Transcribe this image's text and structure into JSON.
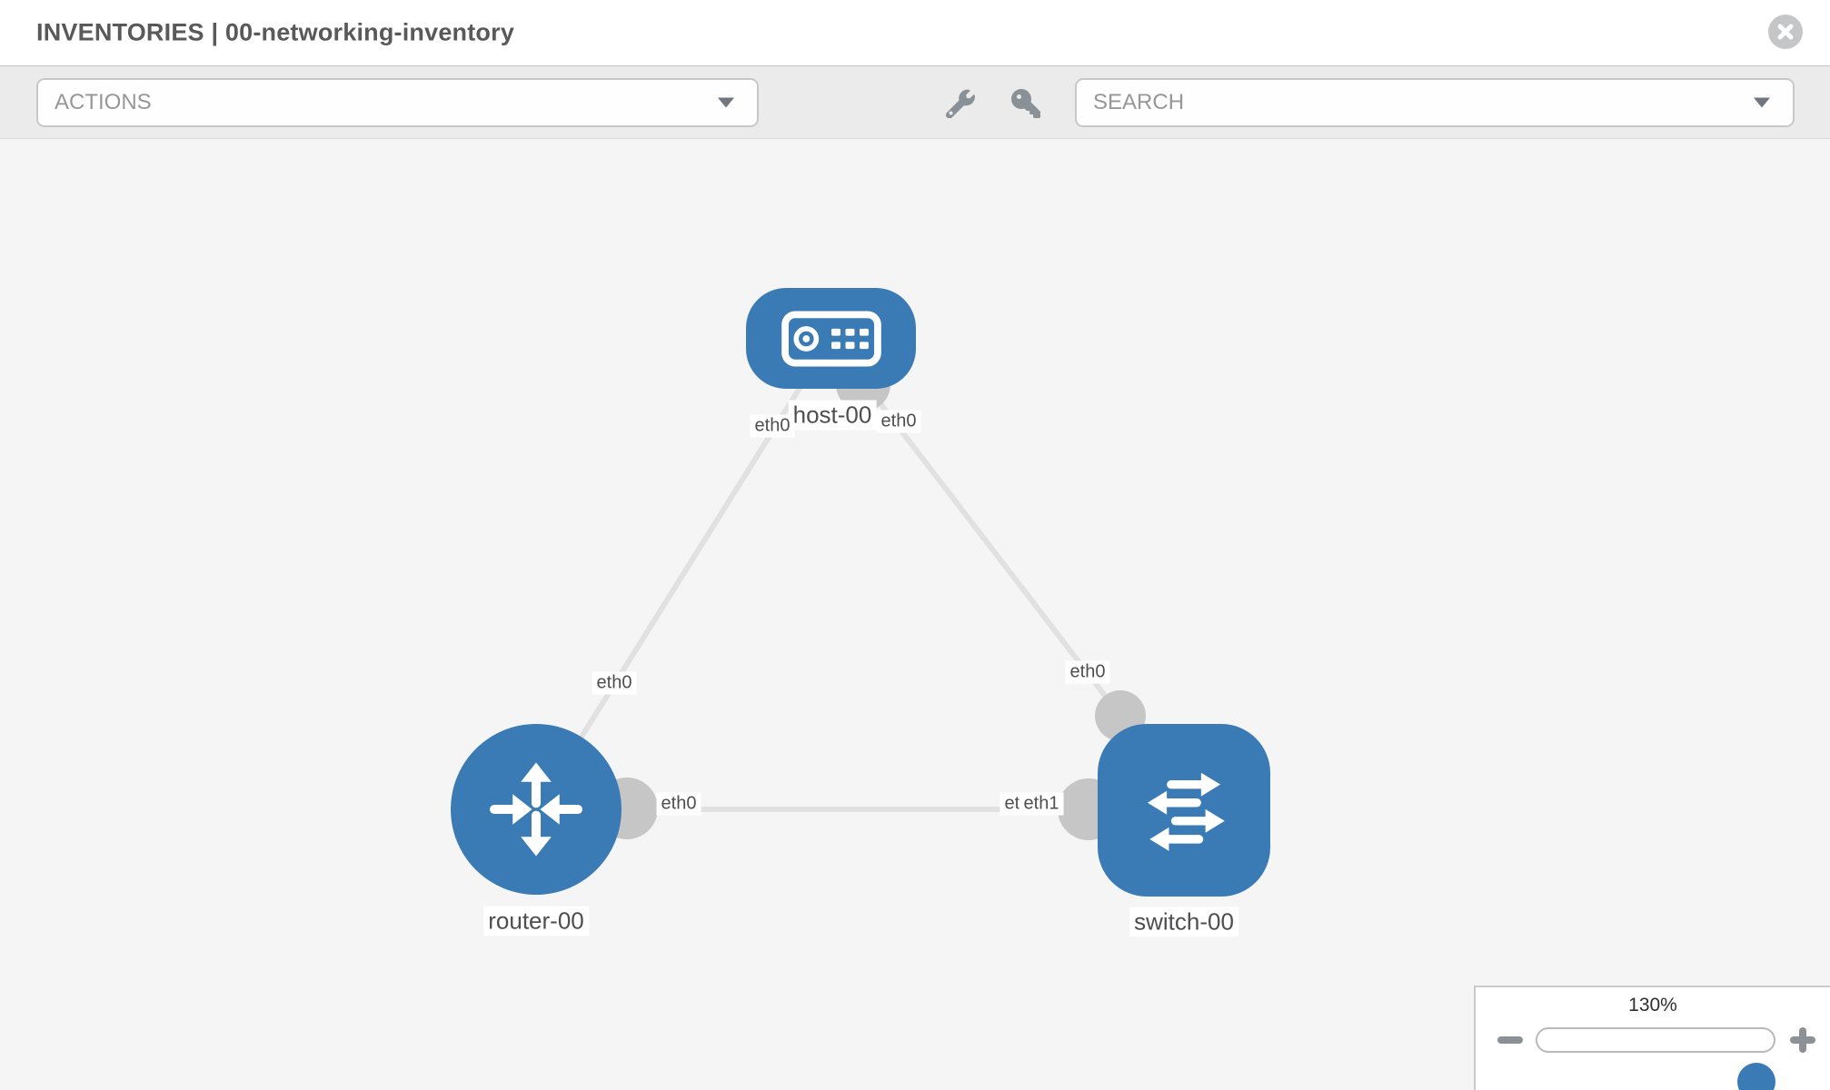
{
  "header": {
    "title": "INVENTORIES | 00-networking-inventory"
  },
  "toolbar": {
    "actions_label": "ACTIONS",
    "search_label": "SEARCH",
    "icons": [
      "wrench-icon",
      "key-icon"
    ]
  },
  "topology": {
    "nodes": [
      {
        "id": "host-00",
        "type": "host",
        "icon": "server-icon",
        "label": "host-00"
      },
      {
        "id": "router-00",
        "type": "router",
        "icon": "router-arrows-icon",
        "label": "router-00"
      },
      {
        "id": "switch-00",
        "type": "switch",
        "icon": "switch-arrows-icon",
        "label": "switch-00"
      }
    ],
    "links": [
      {
        "from": "host-00",
        "to": "router-00",
        "from_interface": "eth0",
        "to_interface": "eth0"
      },
      {
        "from": "host-00",
        "to": "switch-00",
        "from_interface": "eth0",
        "to_interface": "eth0"
      },
      {
        "from": "router-00",
        "to": "switch-00",
        "from_interface": "eth0",
        "to_interface": "eth1"
      }
    ],
    "interface_labels": [
      "eth0",
      "eth0",
      "eth0",
      "eth0",
      "eth0",
      "eth0",
      "eth1"
    ]
  },
  "zoom_control": {
    "level": "130%",
    "minus_icon": "minus",
    "plus_icon": "plus"
  },
  "colors": {
    "node_blue": "#3a7bb5",
    "link_gray": "#e1e1e2",
    "dot_gray": "#c6c6c7",
    "canvas_bg": "#f5f5f6",
    "toolbar_bg": "#ebebeb"
  }
}
